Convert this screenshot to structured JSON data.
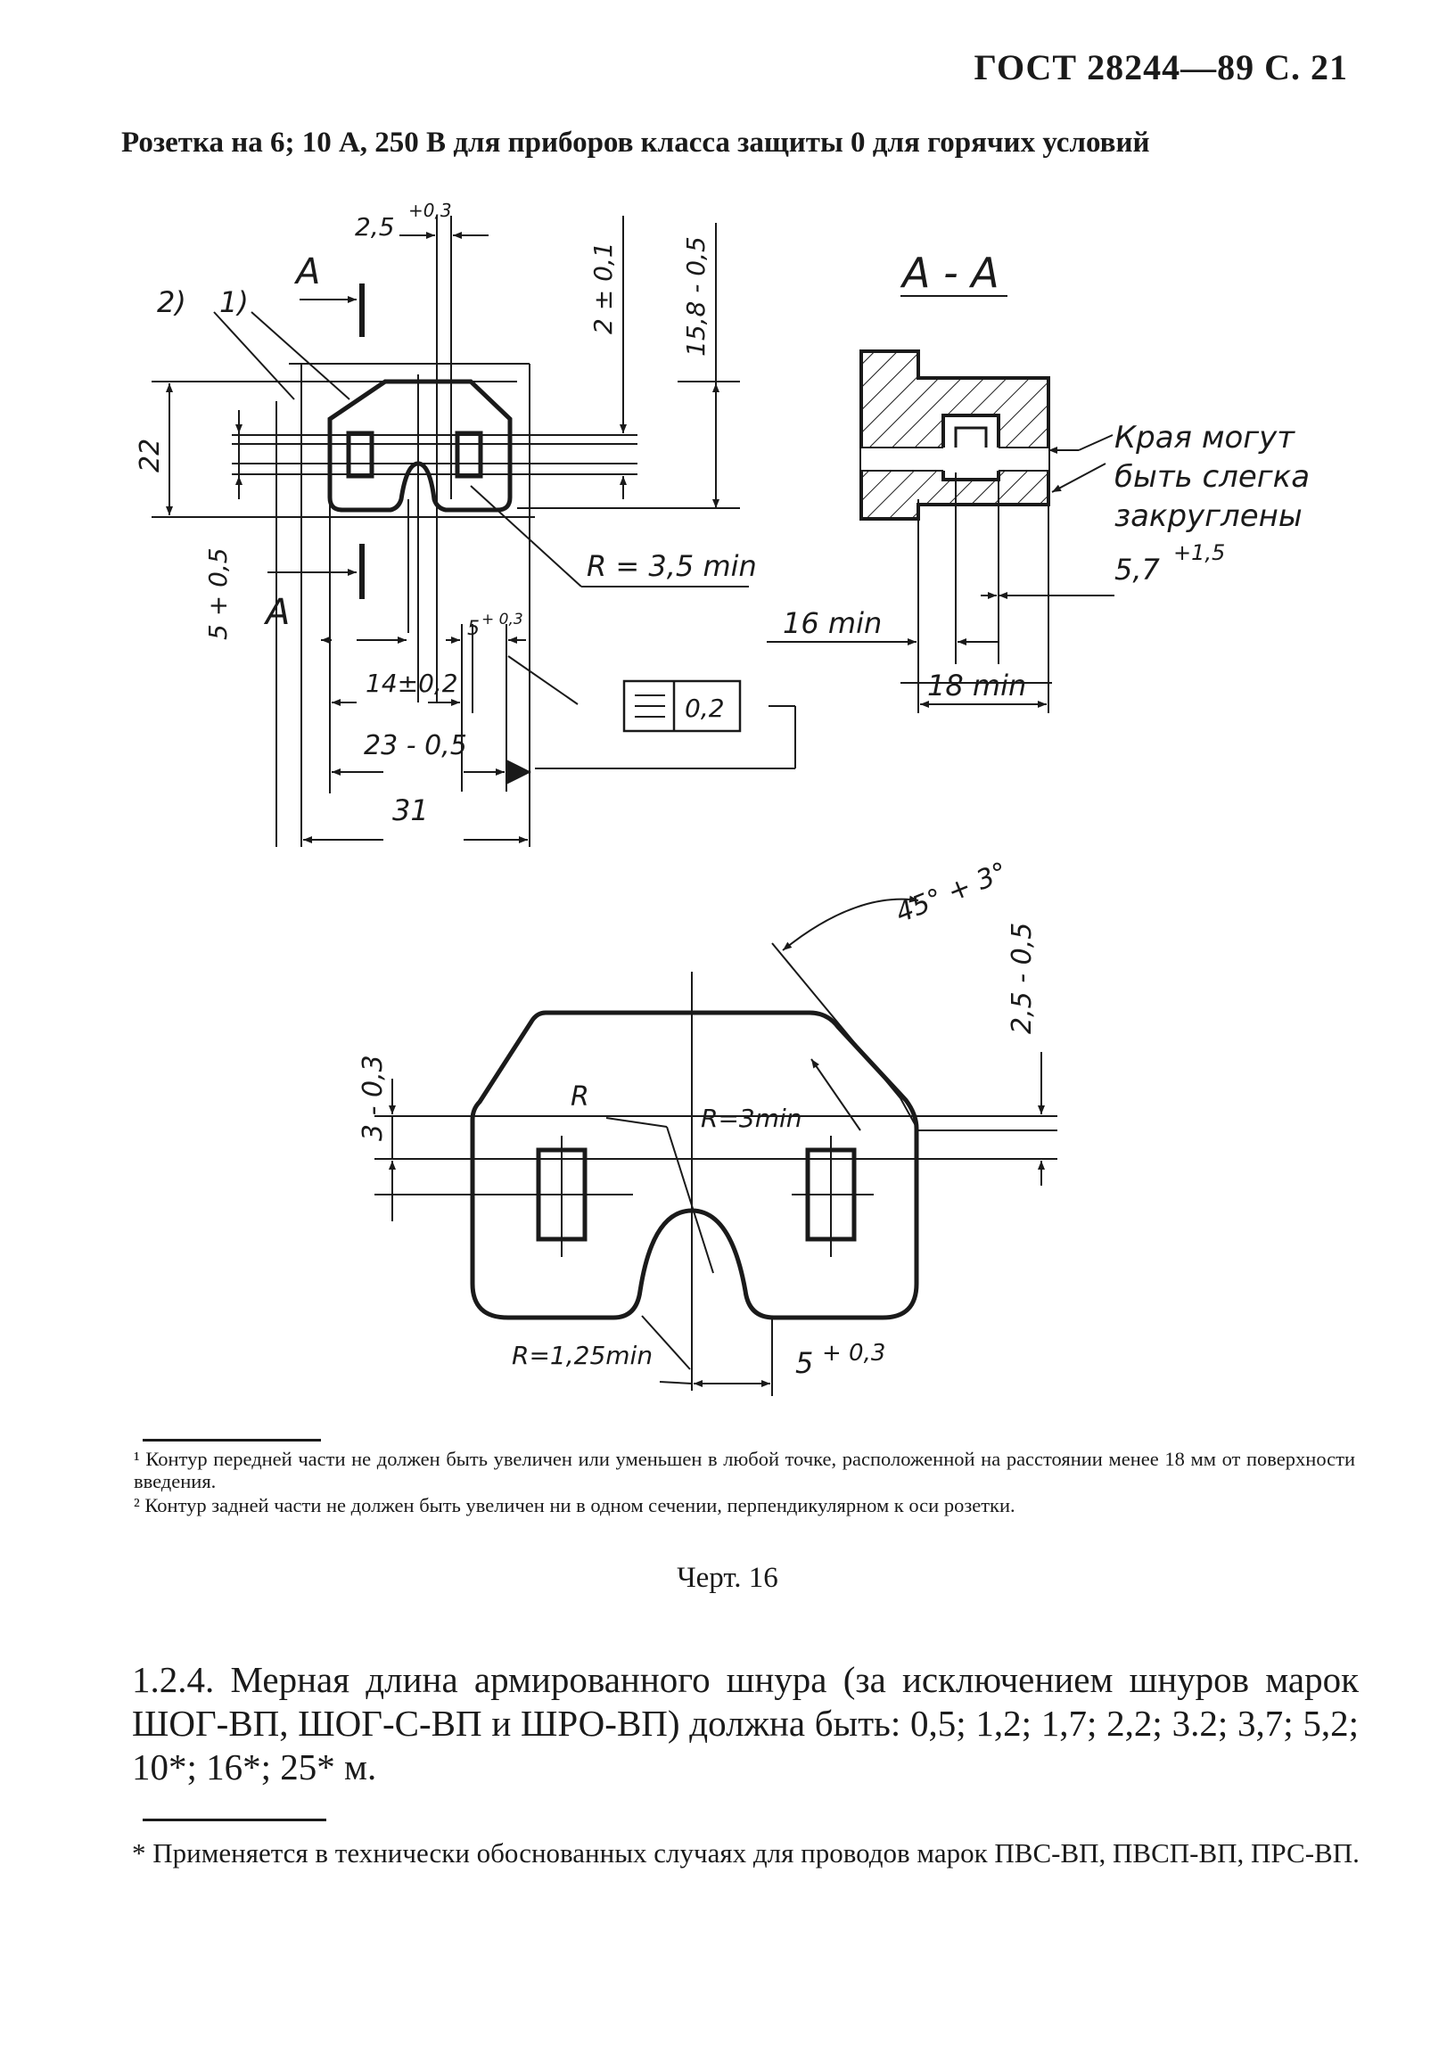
{
  "header": "ГОСТ 28244—89 С. 21",
  "title": "Розетка на 6; 10 А, 250 В для приборов класса защиты 0 для горячих условий",
  "drawing": {
    "dims": {
      "d2_5": "2,5",
      "d2_5_tol": "+0,3",
      "d2_01": "2 ± 0,1",
      "d15_8": "15,8 - 0,5",
      "d22": "22",
      "d5_05": "5 + 0,5",
      "d14": "14±0,2",
      "d5_03": "5",
      "d5_03_tol": "+ 0,3",
      "d23": "23 - 0,5",
      "d31": "31",
      "r3_5": "R = 3,5 min",
      "tol_box": "0,2",
      "d16min": "16 min",
      "d18min": "18 min",
      "d5_7": "5,7",
      "d5_7_tol": "+1,5",
      "angle": "45° + 3°",
      "d2_5_05": "2,5 - 0,5",
      "d3_03": "3 - 0,3",
      "r": "R",
      "r3min": "R=3min",
      "r1_25": "R=1,25min",
      "d5_03b": "5",
      "d5_03b_tol": "+ 0,3"
    },
    "labels": {
      "note1": "1)",
      "note2": "2)",
      "sectionA_top": "A",
      "sectionA_bottom": "A",
      "section_title": "A - A",
      "edge_note_1": "Края могут",
      "edge_note_2": "быть слегка",
      "edge_note_3": "закруглены"
    }
  },
  "footnotes": {
    "fn1": "¹ Контур передней части не должен быть увеличен или уменьшен в любой точке, расположенной на расстоянии менее 18 мм от поверхности введения.",
    "fn2": "² Контур задней части не должен быть увеличен ни в одном сечении, перпендикулярном к оси розетки."
  },
  "caption": "Черт. 16",
  "paragraph": "1.2.4. Мерная длина армированного шнура (за исключением шнуров марок ШОГ-ВП, ШОГ-С-ВП и ШРО-ВП) должна быть: 0,5; 1,2; 1,7; 2,2; 3.2; 3,7; 5,2; 10*; 16*; 25* м.",
  "asterisk_note": {
    "text": "* Применяется в технически обоснованных случаях для проводов марок ПВС-ВП, ПВСП-ВП, ПРС-ВП."
  }
}
